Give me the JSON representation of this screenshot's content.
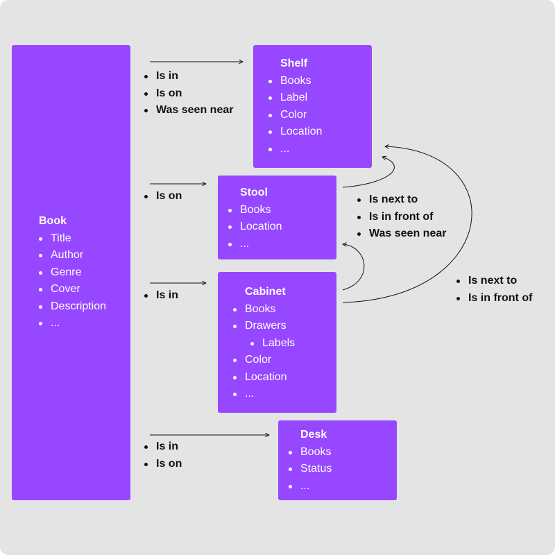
{
  "colors": {
    "background": "#e4e4e4",
    "box": "#9747ff",
    "box_text": "#ffffff",
    "label_text": "#111111",
    "arrow": "#111111"
  },
  "book": {
    "title": "Book",
    "items": [
      "Title",
      "Author",
      "Genre",
      "Cover",
      "Description",
      "..."
    ]
  },
  "shelf": {
    "title": "Shelf",
    "items": [
      "Books",
      "Label",
      "Color",
      "Location",
      "..."
    ]
  },
  "stool": {
    "title": "Stool",
    "items": [
      "Books",
      "Location",
      "..."
    ]
  },
  "cabinet": {
    "title": "Cabinet",
    "items": [
      "Books",
      "Drawers",
      "Color",
      "Location",
      "..."
    ],
    "sub_items": [
      "Labels"
    ]
  },
  "desk": {
    "title": "Desk",
    "items": [
      "Books",
      "Status",
      "..."
    ]
  },
  "relations": {
    "book_shelf": [
      "Is in",
      "Is on",
      "Was seen near"
    ],
    "book_stool": [
      "Is on"
    ],
    "book_cabinet": [
      "Is in"
    ],
    "book_desk": [
      "Is in",
      "Is on"
    ],
    "stool_shelf_cabinet": [
      "Is next to",
      "Is in front of",
      "Was seen near"
    ],
    "cabinet_shelf": [
      "Is next to",
      "Is in front of"
    ]
  }
}
